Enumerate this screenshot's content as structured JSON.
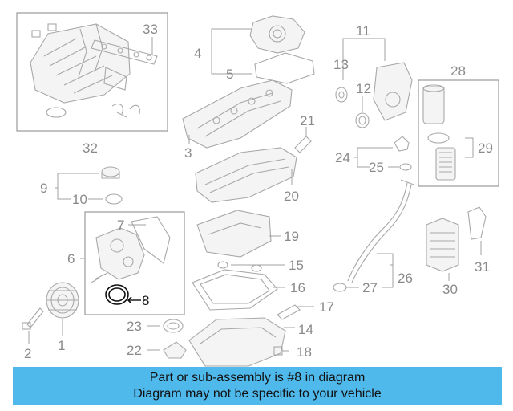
{
  "callouts": {
    "c1": "1",
    "c2": "2",
    "c3": "3",
    "c4": "4",
    "c5": "5",
    "c6": "6",
    "c7": "7",
    "c8": "8",
    "c9": "9",
    "c10": "10",
    "c11": "11",
    "c12": "12",
    "c13": "13",
    "c14": "14",
    "c15": "15",
    "c16": "16",
    "c17": "17",
    "c18": "18",
    "c19": "19",
    "c20": "20",
    "c21": "21",
    "c22": "22",
    "c23": "23",
    "c24": "24",
    "c25": "25",
    "c26": "26",
    "c27": "27",
    "c28": "28",
    "c29": "29",
    "c30": "30",
    "c31": "31",
    "c32": "32",
    "c33": "33"
  },
  "highlighted_part": "8",
  "colors": {
    "banner": "#50b9ec",
    "parts": "#a8a8a8",
    "highlight": "#111111"
  },
  "caption": {
    "line1": "Part or sub-assembly is #8 in diagram",
    "line2": "Diagram may not be specific to your vehicle"
  }
}
